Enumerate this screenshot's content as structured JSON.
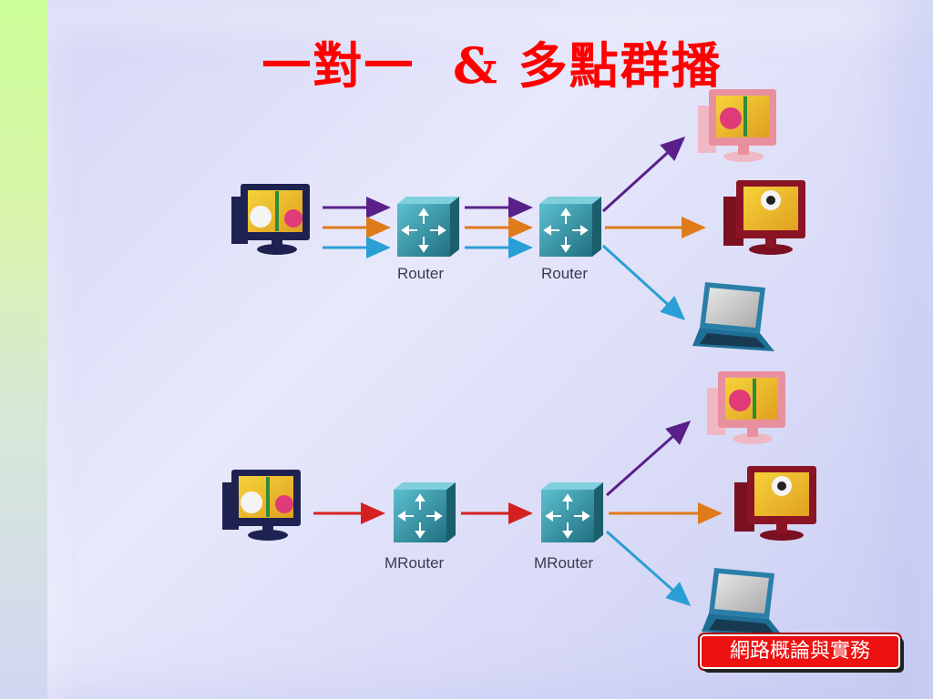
{
  "slide": {
    "title": "一對一  & 多點群播",
    "footer_badge": "網路概論與實務"
  },
  "diagrams": [
    {
      "name": "unicast",
      "routers": [
        {
          "label": "Router"
        },
        {
          "label": "Router"
        }
      ],
      "arrow_colors": [
        "#5b1f8a",
        "#e07b1a",
        "#2a9fd6"
      ],
      "receivers": [
        "desktop-pink",
        "desktop-maroon",
        "laptop"
      ]
    },
    {
      "name": "multicast",
      "routers": [
        {
          "label": "MRouter"
        },
        {
          "label": "MRouter"
        }
      ],
      "arrow_colors": [
        "#d42020"
      ],
      "out_colors": [
        "#5b1f8a",
        "#e07b1a",
        "#2a9fd6"
      ],
      "receivers": [
        "desktop-pink",
        "desktop-maroon",
        "laptop"
      ]
    }
  ],
  "colors": {
    "title": "#ff0000",
    "router": "#2f8fa0",
    "badge": "#ee1111"
  }
}
